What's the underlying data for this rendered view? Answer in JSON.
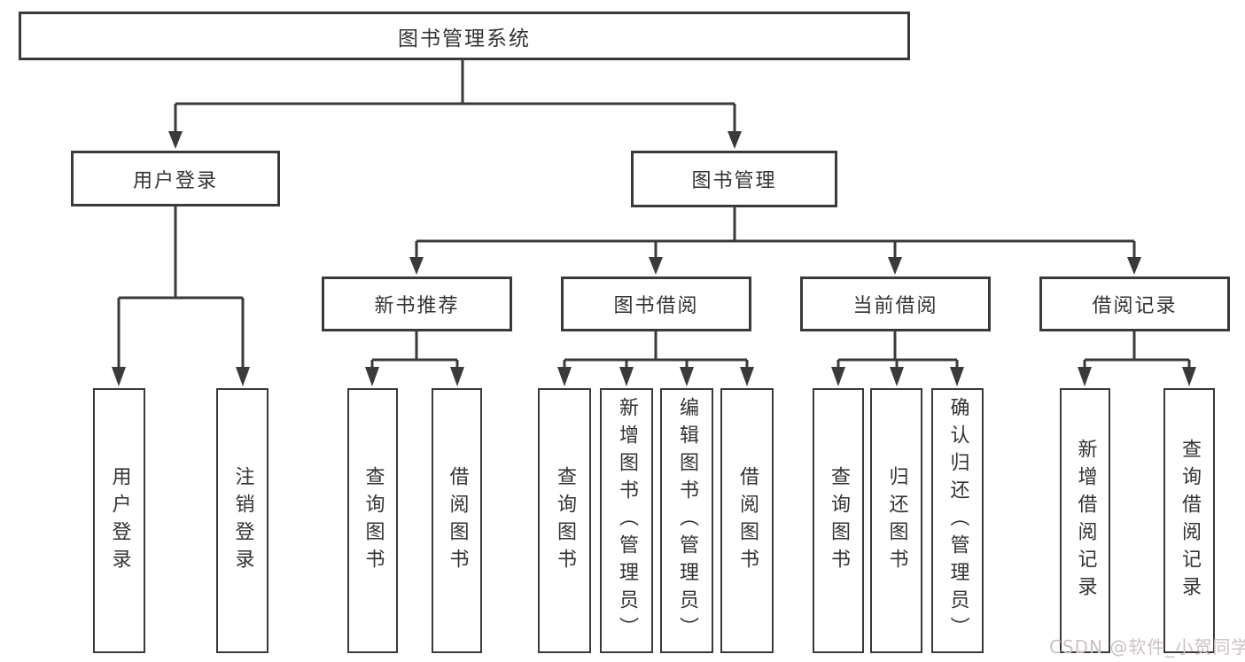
{
  "tree": {
    "label": "图书管理系统",
    "children": [
      {
        "label": "用户登录",
        "children": [
          {
            "label": "用户登录"
          },
          {
            "label": "注销登录"
          }
        ]
      },
      {
        "label": "图书管理",
        "children": [
          {
            "label": "新书推荐",
            "children": [
              {
                "label": "查询图书"
              },
              {
                "label": "借阅图书"
              }
            ]
          },
          {
            "label": "图书借阅",
            "children": [
              {
                "label": "查询图书"
              },
              {
                "label": "新增图书（管理员）"
              },
              {
                "label": "编辑图书（管理员）"
              },
              {
                "label": "借阅图书"
              }
            ]
          },
          {
            "label": "当前借阅",
            "children": [
              {
                "label": "查询图书"
              },
              {
                "label": "归还图书"
              },
              {
                "label": "确认归还（管理员）"
              }
            ]
          },
          {
            "label": "借阅记录",
            "children": [
              {
                "label": "新增借阅记录"
              },
              {
                "label": "查询借阅记录"
              }
            ]
          }
        ]
      }
    ]
  },
  "watermark": {
    "text": "CSDN @软件_小贺同学"
  },
  "colors": {
    "line": "#3a3a3a",
    "box_border": "#3a3a3a",
    "text": "#333333",
    "watermark": "#ccc0c6",
    "background": "#ffffff"
  }
}
